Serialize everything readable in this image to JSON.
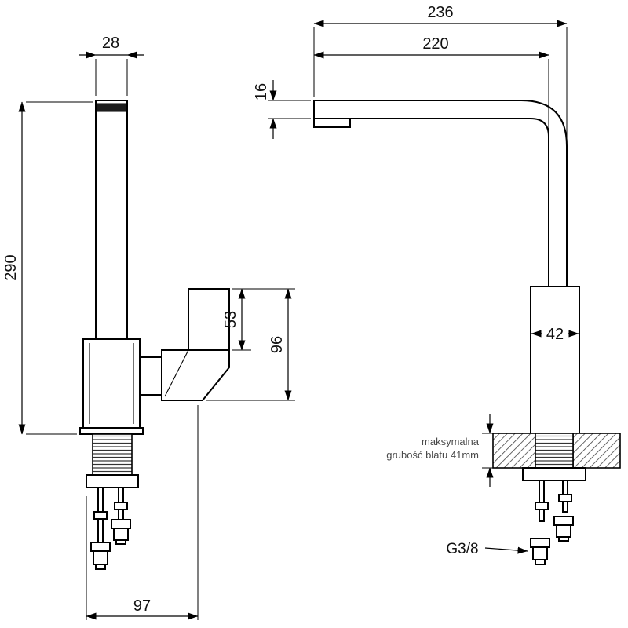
{
  "page": {
    "background": "#ffffff",
    "line_color": "#000000",
    "note_color": "#4a4a4a"
  },
  "views": {
    "side": {
      "dims": {
        "top_width": "28",
        "height": "290",
        "handle_top": "53",
        "handle_height": "96",
        "base_depth": "97"
      }
    },
    "front": {
      "dims": {
        "reach_total": "236",
        "reach": "220",
        "spout_height": "16",
        "body_width": "42"
      },
      "notes": {
        "counter_line1": "maksymalna",
        "counter_line2": "grubość blatu 41mm",
        "thread": "G3/8"
      }
    }
  }
}
